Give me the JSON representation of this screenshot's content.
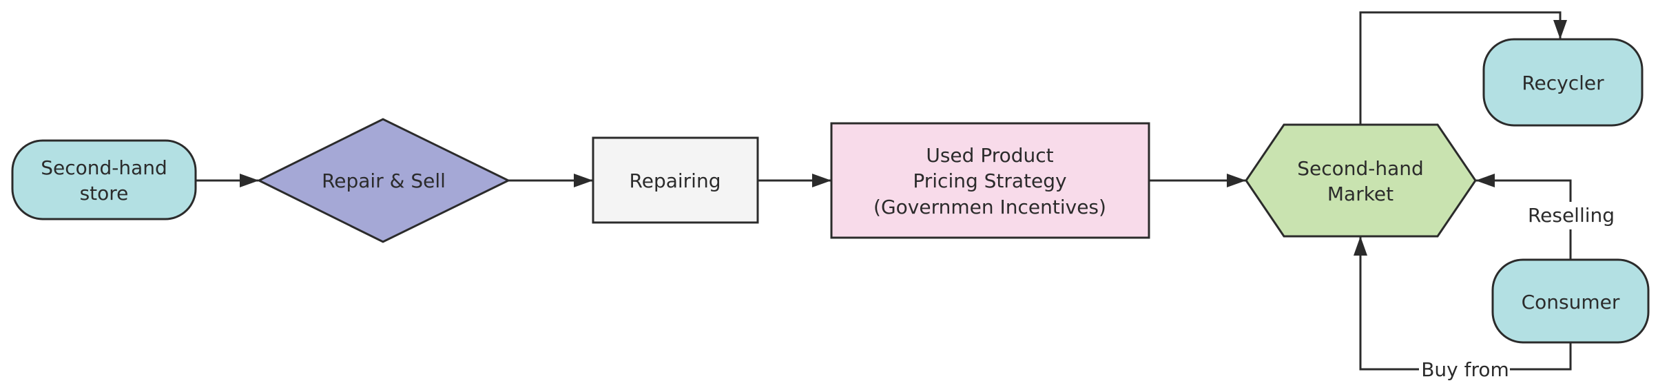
{
  "colors": {
    "stroke": "#2b2b2b",
    "store_fill": "#b3e0e3",
    "decision_fill": "#a5a8d6",
    "process_fill": "#f4f4f4",
    "strategy_fill": "#f8dbea",
    "market_fill": "#c9e3b0",
    "recycler_fill": "#b3e0e3",
    "consumer_fill": "#b3e0e3"
  },
  "nodes": {
    "store": {
      "line1": "Second-hand",
      "line2": "store"
    },
    "repair_sell": {
      "label": "Repair & Sell"
    },
    "repairing": {
      "label": "Repairing"
    },
    "strategy": {
      "line1": "Used Product",
      "line2": "Pricing Strategy",
      "line3": "(Governmen Incentives)"
    },
    "market": {
      "line1": "Second-hand",
      "line2": "Market"
    },
    "recycler": {
      "label": "Recycler"
    },
    "consumer": {
      "label": "Consumer"
    }
  },
  "edges": {
    "reselling_label": "Reselling",
    "buy_from_label": "Buy from"
  }
}
